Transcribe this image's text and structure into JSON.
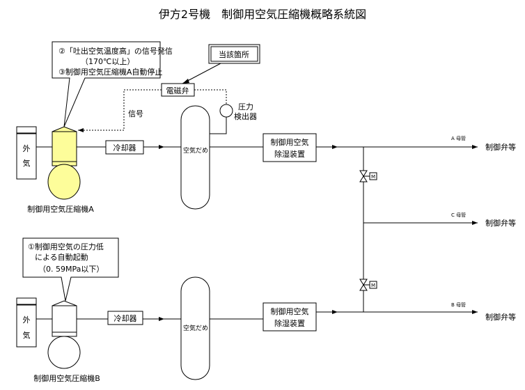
{
  "title": "伊方2号機　制御用空気圧縮機概略系統図",
  "callout_a": {
    "line1": "②「吐出空気温度高」の信号発信",
    "line2": "（170℃以上）",
    "line3": "③制御用空気圧縮機A自動停止"
  },
  "callout_b": {
    "line1": "①制御用空気の圧力低",
    "line2": "による自動起動",
    "line3": "（0. 59MPa以下）"
  },
  "location_label": "当該箇所",
  "solenoid_valve": "電磁弁",
  "signal_label": "信号",
  "pressure_detector": {
    "line1": "圧力",
    "line2": "検出器"
  },
  "outside_air": {
    "line1": "外",
    "line2": "気"
  },
  "cooler": "冷却器",
  "air_tank": "空気だめ",
  "dehumidifier": {
    "line1": "制御用空気",
    "line2": "除湿装置"
  },
  "compressor_a": "制御用空気圧縮機A",
  "compressor_b": "制御用空気圧縮機B",
  "header_a": "A 母管",
  "header_b": "B 母管",
  "header_c": "C 母管",
  "destination": "制御弁等",
  "motor_symbol": "M",
  "colors": {
    "compressor_a_fill": "#fdfd9a",
    "line": "#000000"
  }
}
